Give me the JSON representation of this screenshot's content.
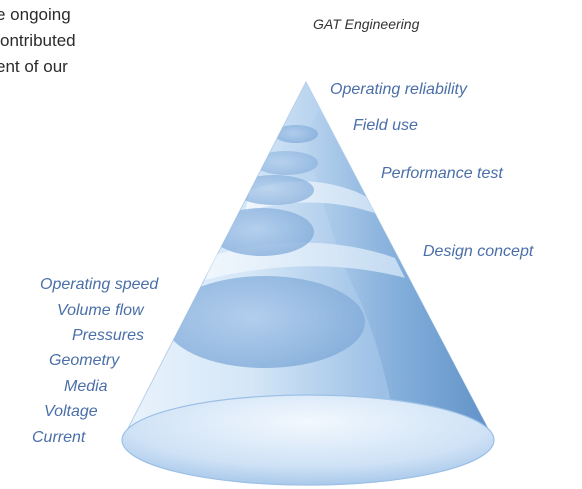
{
  "intro_lines": [
    "e ongoing",
    "ontributed",
    "ent of our"
  ],
  "caption": "GAT Engineering",
  "right_labels": [
    "Operating reliability",
    "Field use",
    "Performance test",
    "Design concept"
  ],
  "left_labels": [
    "Operating speed",
    "Volume flow",
    "Pressures",
    "Geometry",
    "Media",
    "Voltage",
    "Current"
  ],
  "colors": {
    "label_blue": "#4a6fa8",
    "cone_light": "#dcecfa",
    "cone_mid": "#8fb7e0",
    "cone_dark": "#4f86c0"
  }
}
